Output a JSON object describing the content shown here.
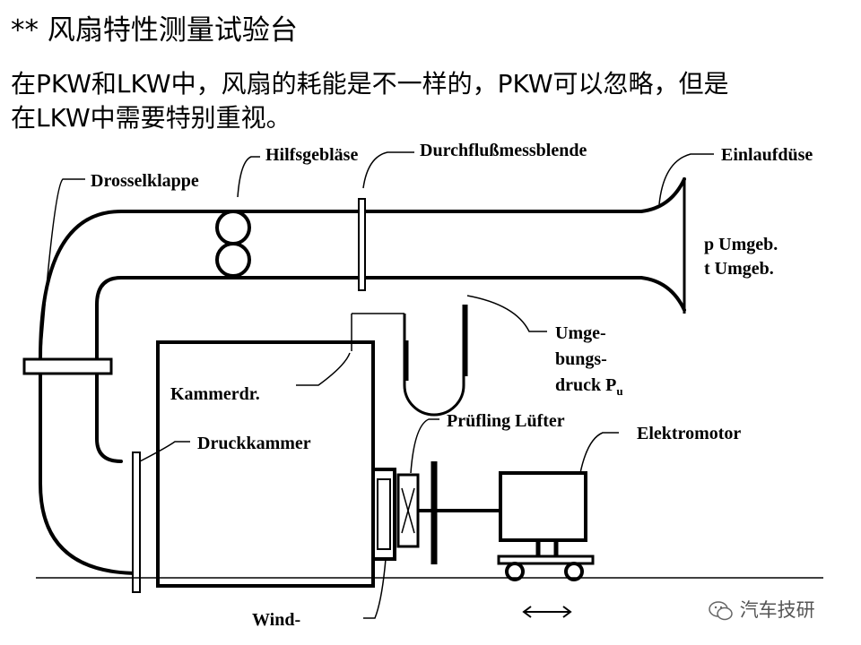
{
  "title": "** 风扇特性测量试验台",
  "text_lines": [
    "在PKW和LKW中，风扇的耗能是不一样的，PKW可以忽略，但是",
    "在LKW中需要特别重视。"
  ],
  "labels": {
    "hilfsgeblaese": "Hilfsgebläse",
    "durchfluss": "Durchflußmessblende",
    "einlaufduese": "Einlaufdüse",
    "drosselklappe": "Drosselklappe",
    "p_umgeb": "p Umgeb.",
    "t_umgeb": "t Umgeb.",
    "umge": "Umge-",
    "bungs": "bungs-",
    "druck": "druck P",
    "druck_sub": "u",
    "kammerdr": "Kammerdr.",
    "pruefling": "Prüfling Lüfter",
    "elektromotor": "Elektromotor",
    "druckkammer": "Druckkammer",
    "wind": "Wind-"
  },
  "watermark": {
    "text": "汽车技研",
    "icon": "wechat-icon"
  }
}
